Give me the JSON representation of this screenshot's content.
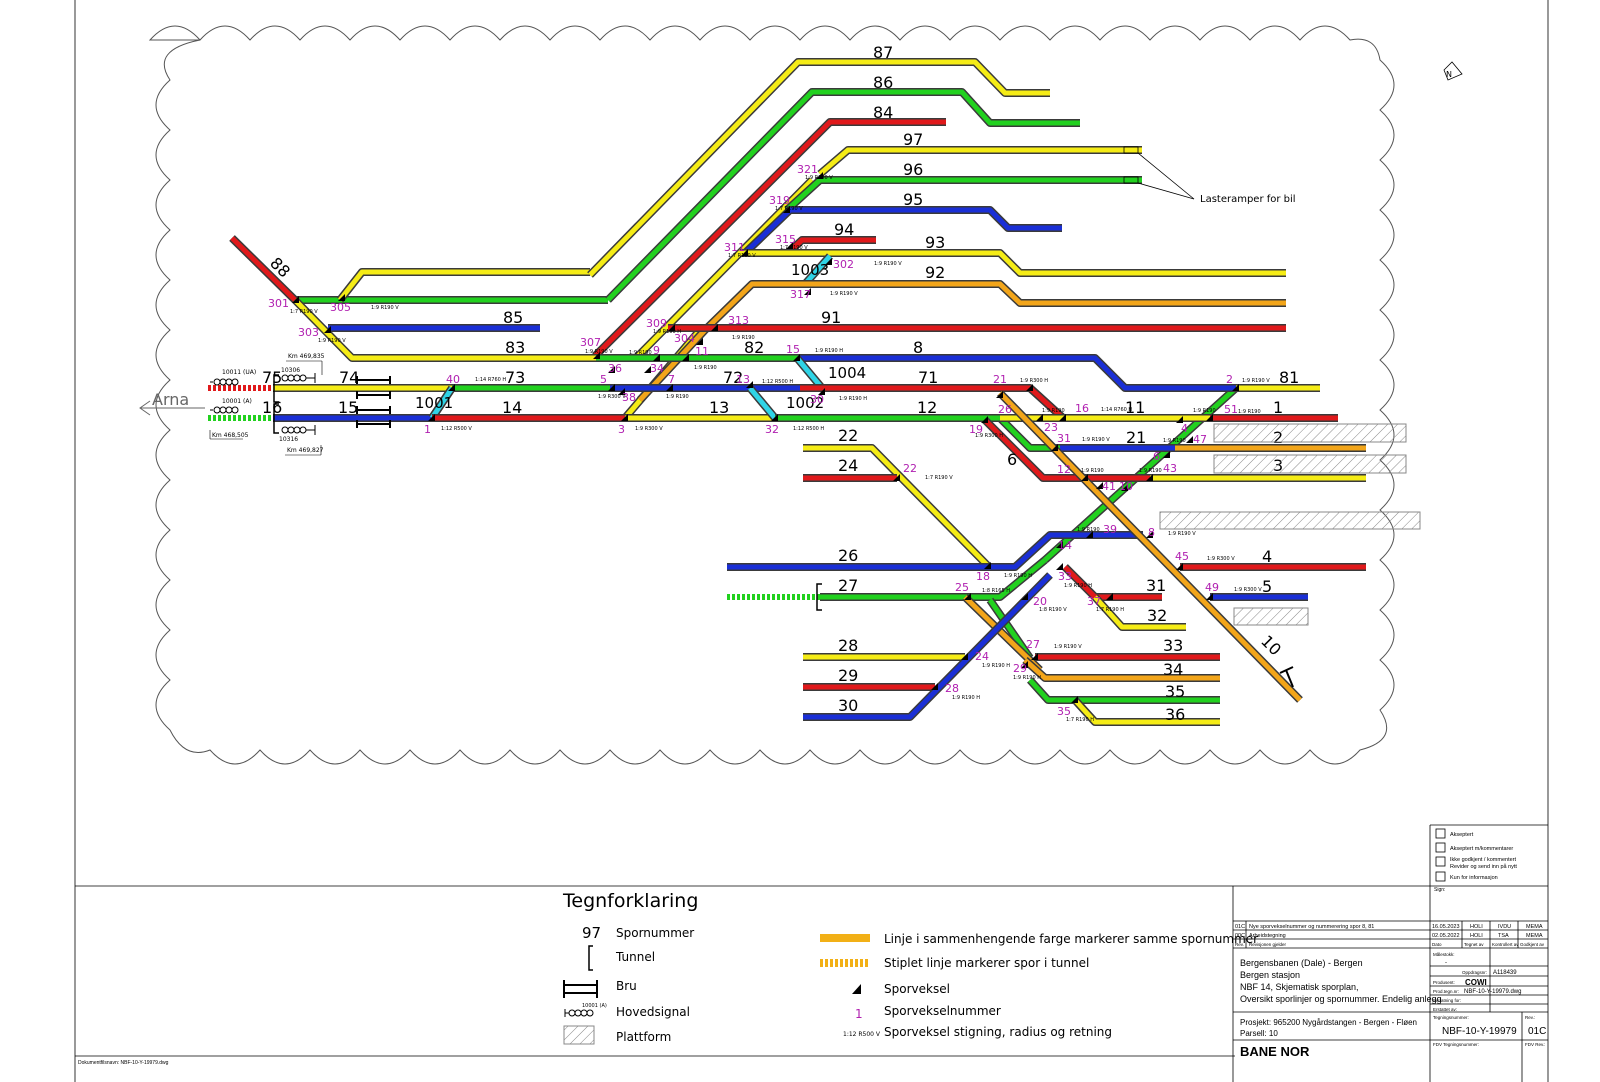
{
  "direction_label": "Arna",
  "callout_label": "Lasteramper for bil",
  "north_label": "N",
  "colors": {
    "red": "#e0191b",
    "green": "#22d11f",
    "blue": "#1a2fd6",
    "yellow": "#f5ec16",
    "orange": "#f2a51a",
    "cyan": "#2fd4e6",
    "magenta": "#b01fb0",
    "outline": "#3a3a3a"
  },
  "tracks": [
    {
      "id": "t87",
      "color": "yellow",
      "label": "87"
    },
    {
      "id": "t86",
      "color": "green",
      "label": "86"
    },
    {
      "id": "t84",
      "color": "red",
      "label": "84"
    },
    {
      "id": "t97",
      "color": "yellow",
      "label": "97"
    },
    {
      "id": "t96",
      "color": "green",
      "label": "96"
    },
    {
      "id": "t95",
      "color": "blue",
      "label": "95"
    },
    {
      "id": "t94",
      "color": "red",
      "label": "94"
    },
    {
      "id": "t93",
      "color": "yellow",
      "label": "93"
    },
    {
      "id": "t1003",
      "color": "cyan",
      "label": "1003"
    },
    {
      "id": "t92",
      "color": "orange",
      "label": "92"
    },
    {
      "id": "t91",
      "color": "red",
      "label": "91"
    },
    {
      "id": "t88",
      "color": "red",
      "label": "88"
    },
    {
      "id": "t85",
      "color": "blue",
      "label": "85"
    },
    {
      "id": "t83",
      "color": "yellow",
      "label": "83"
    },
    {
      "id": "t82",
      "color": "green",
      "label": "82"
    },
    {
      "id": "t8",
      "color": "blue",
      "label": "8"
    },
    {
      "id": "t81",
      "color": "yellow",
      "label": "81"
    },
    {
      "id": "t75",
      "color": "red",
      "label": "75"
    },
    {
      "id": "t74",
      "color": "yellow",
      "label": "74"
    },
    {
      "id": "t73",
      "color": "green",
      "label": "73"
    },
    {
      "id": "t72",
      "color": "blue",
      "label": "72"
    },
    {
      "id": "t1004",
      "color": "cyan",
      "label": "1004"
    },
    {
      "id": "t71",
      "color": "red",
      "label": "71"
    },
    {
      "id": "t16",
      "color": "green",
      "label": "16"
    },
    {
      "id": "t15",
      "color": "blue",
      "label": "15"
    },
    {
      "id": "t1001",
      "color": "cyan",
      "label": "1001"
    },
    {
      "id": "t14",
      "color": "red",
      "label": "14"
    },
    {
      "id": "t13",
      "color": "yellow",
      "label": "13"
    },
    {
      "id": "t1002",
      "color": "cyan",
      "label": "1002"
    },
    {
      "id": "t12",
      "color": "green",
      "label": "12"
    },
    {
      "id": "t11",
      "color": "yellow",
      "label": "11"
    },
    {
      "id": "t1",
      "color": "red",
      "label": "1"
    },
    {
      "id": "t21",
      "color": "blue",
      "label": "21"
    },
    {
      "id": "t2",
      "color": "orange",
      "label": "2"
    },
    {
      "id": "t3",
      "color": "yellow",
      "label": "3"
    },
    {
      "id": "t6",
      "color": "red",
      "label": "6"
    },
    {
      "id": "t22",
      "color": "yellow",
      "label": "22"
    },
    {
      "id": "t24",
      "color": "red",
      "label": "24"
    },
    {
      "id": "t26",
      "color": "blue",
      "label": "26"
    },
    {
      "id": "t27",
      "color": "green",
      "label": "27"
    },
    {
      "id": "t4",
      "color": "red",
      "label": "4"
    },
    {
      "id": "t5",
      "color": "blue",
      "label": "5"
    },
    {
      "id": "t31",
      "color": "red",
      "label": "31"
    },
    {
      "id": "t32",
      "color": "yellow",
      "label": "32"
    },
    {
      "id": "t10",
      "color": "orange",
      "label": "10"
    },
    {
      "id": "t28",
      "color": "yellow",
      "label": "28"
    },
    {
      "id": "t29",
      "color": "red",
      "label": "29"
    },
    {
      "id": "t30",
      "color": "blue",
      "label": "30"
    },
    {
      "id": "t33",
      "color": "red",
      "label": "33"
    },
    {
      "id": "t34",
      "color": "orange",
      "label": "34"
    },
    {
      "id": "t35",
      "color": "green",
      "label": "35"
    },
    {
      "id": "t36",
      "color": "yellow",
      "label": "36"
    }
  ],
  "switches": [
    {
      "num": "301",
      "spec": "1:7 R190 V"
    },
    {
      "num": "305",
      "spec": "1:9 R190 V"
    },
    {
      "num": "303",
      "spec": "1:9 R190 V"
    },
    {
      "num": "321",
      "spec": "1:9 R190 V"
    },
    {
      "num": "319",
      "spec": "1:7 R190 V"
    },
    {
      "num": "311",
      "spec": "1:7 R190 V"
    },
    {
      "num": "315",
      "spec": "1:7 R190 V"
    },
    {
      "num": "302",
      "spec": "1:9 R190 V"
    },
    {
      "num": "317",
      "spec": "1:9 R190 V"
    },
    {
      "num": "309",
      "spec": "1:9 R190 H"
    },
    {
      "num": "313",
      "spec": "1:9 R190"
    },
    {
      "num": "304",
      "spec": ""
    },
    {
      "num": "307",
      "spec": "1:9 R190 V"
    },
    {
      "num": "36",
      "spec": "1:9 R190"
    },
    {
      "num": "9",
      "spec": ""
    },
    {
      "num": "34",
      "spec": "1:9 R190"
    },
    {
      "num": "11",
      "spec": ""
    },
    {
      "num": "5",
      "spec": "1:9 R300 V"
    },
    {
      "num": "38",
      "spec": "1:9 R190"
    },
    {
      "num": "7",
      "spec": ""
    },
    {
      "num": "13",
      "spec": "1:12 R500 H"
    },
    {
      "num": "15",
      "spec": "1:9 R190 H"
    },
    {
      "num": "30",
      "spec": "1:9 R190 H"
    },
    {
      "num": "40",
      "spec": "1:14 R760 H"
    },
    {
      "num": "1",
      "spec": "1:12 R500 V"
    },
    {
      "num": "3",
      "spec": "1:9 R300 V"
    },
    {
      "num": "32",
      "spec": "1:12 R500 H"
    },
    {
      "num": "21",
      "spec": "1:9 R300 H"
    },
    {
      "num": "26",
      "spec": "1:9 R190"
    },
    {
      "num": "16",
      "spec": "1:14 R760 H"
    },
    {
      "num": "19",
      "spec": "1:9 R300 H"
    },
    {
      "num": "23",
      "spec": ""
    },
    {
      "num": "31",
      "spec": "1:9 R190 V"
    },
    {
      "num": "2",
      "spec": "1:9 R190 V"
    },
    {
      "num": "51",
      "spec": "1:9 R190"
    },
    {
      "num": "4",
      "spec": "1:9 R190"
    },
    {
      "num": "47",
      "spec": ""
    },
    {
      "num": "6",
      "spec": "1:9 R190"
    },
    {
      "num": "43",
      "spec": ""
    },
    {
      "num": "12",
      "spec": "1:9 R190"
    },
    {
      "num": "41",
      "spec": ""
    },
    {
      "num": "10",
      "spec": "1:9 R190"
    },
    {
      "num": "22",
      "spec": "1:7 R190 V"
    },
    {
      "num": "39",
      "spec": "1:9 R190"
    },
    {
      "num": "8",
      "spec": "1:9 R190 V"
    },
    {
      "num": "14",
      "spec": ""
    },
    {
      "num": "18",
      "spec": "1:9 R190 H"
    },
    {
      "num": "45",
      "spec": "1:9 R300 V"
    },
    {
      "num": "33",
      "spec": "1:9 R190 H"
    },
    {
      "num": "49",
      "spec": "1:9 R300 V"
    },
    {
      "num": "25",
      "spec": "1:8 R165 H"
    },
    {
      "num": "20",
      "spec": "1:8 R190 V"
    },
    {
      "num": "37",
      "spec": "1:7 R190 H"
    },
    {
      "num": "27",
      "spec": "1:9 R190 V"
    },
    {
      "num": "24",
      "spec": "1:9 R190 H"
    },
    {
      "num": "29",
      "spec": "1:9 R190 H"
    },
    {
      "num": "28",
      "spec": "1:9 R190 H"
    },
    {
      "num": "35",
      "spec": "1:7 R190 H"
    }
  ],
  "signals": [
    {
      "id": "10011 (UA)"
    },
    {
      "id": "10001 (A)"
    },
    {
      "id": "10306"
    },
    {
      "id": "10316"
    }
  ],
  "km": [
    {
      "value": "Km 469,835"
    },
    {
      "value": "Km 468,505"
    },
    {
      "value": "Km 469,827"
    }
  ],
  "approval": {
    "items": [
      "Akseptert",
      "Akseptert m/kommentarer",
      "Ikke godkjent / kommentert",
      "Revider og send inn på nytt",
      "Kun for informasjon"
    ],
    "sign_label": "Sign:"
  },
  "legend": {
    "title": "Tegnforklaring",
    "items": [
      {
        "symbol": "97",
        "text": "Spornummer"
      },
      {
        "symbol": "",
        "text": "Tunnel"
      },
      {
        "symbol": "",
        "text": "Bru"
      },
      {
        "symbol": "10001 (A)",
        "text": "Hovedsignal"
      },
      {
        "symbol": "",
        "text": "Plattform"
      }
    ],
    "items_right": [
      {
        "symbol": "",
        "text": "Linje i sammenhengende farge markerer samme spornummer"
      },
      {
        "symbol": "",
        "text": "Stiplet linje markerer spor i tunnel"
      },
      {
        "symbol": "",
        "text": "Sporveksel"
      },
      {
        "symbol": "1",
        "text": "Sporvekselnummer"
      },
      {
        "symbol": "1:12 R500 V",
        "text": "Sporveksel stigning, radius og retning"
      }
    ]
  },
  "title_block": {
    "revisions": [
      {
        "rev": "01C",
        "desc": "Nye sporvekselnummer og nummerering spor 8, 81",
        "date": "16.05.2023",
        "c1": "HOLI",
        "c2": "IVDU",
        "c3": "MEMA"
      },
      {
        "rev": "00C",
        "desc": "Arbeidstegning",
        "date": "02.05.2022",
        "c1": "HOLI",
        "c2": "TSA",
        "c3": "MEMA"
      }
    ],
    "rev_header": {
      "rev": "Rev.",
      "desc": "Revisjonen gjelder",
      "date": "Dato",
      "c1": "Tegnet av",
      "c2": "Kontrollert av",
      "c3": "Godkjent av"
    },
    "description": [
      "Bergensbanen (Dale) - Bergen",
      "Bergen stasjon",
      "NBF 14, Skjematisk sporplan,",
      "Oversikt sporlinjer og spornummer. Endelig anlegg"
    ],
    "milestone_label": "Målestokk:",
    "milestone": "-",
    "order_label": "Oppdragsnr:",
    "order": "A118439",
    "producer_label": "Produsent:",
    "producer": "COWI",
    "prod_no_label": "Prod.tegn.nr:",
    "prod_no": "NBF-10-Y-19979.dwg",
    "replaces_label": "Erstatning for:",
    "replaced_label": "Erstattet av:",
    "project": "Prosjekt: 965200 Nygårdstangen - Bergen - Fløen",
    "parcel": "Parsell: 10",
    "drawing_label": "Tegningsnummer:",
    "drawing_no": "NBF-10-Y-19979",
    "rev_label": "Rev.:",
    "rev_value": "01C",
    "fdv_label": "FDV Tegningsnummer:",
    "fdv_rev_label": "FDV Rev.:",
    "owner": "BANE NOR"
  },
  "footer_path": "Dokumentfilsnavn: NBF-10-Y-19979.dwg"
}
